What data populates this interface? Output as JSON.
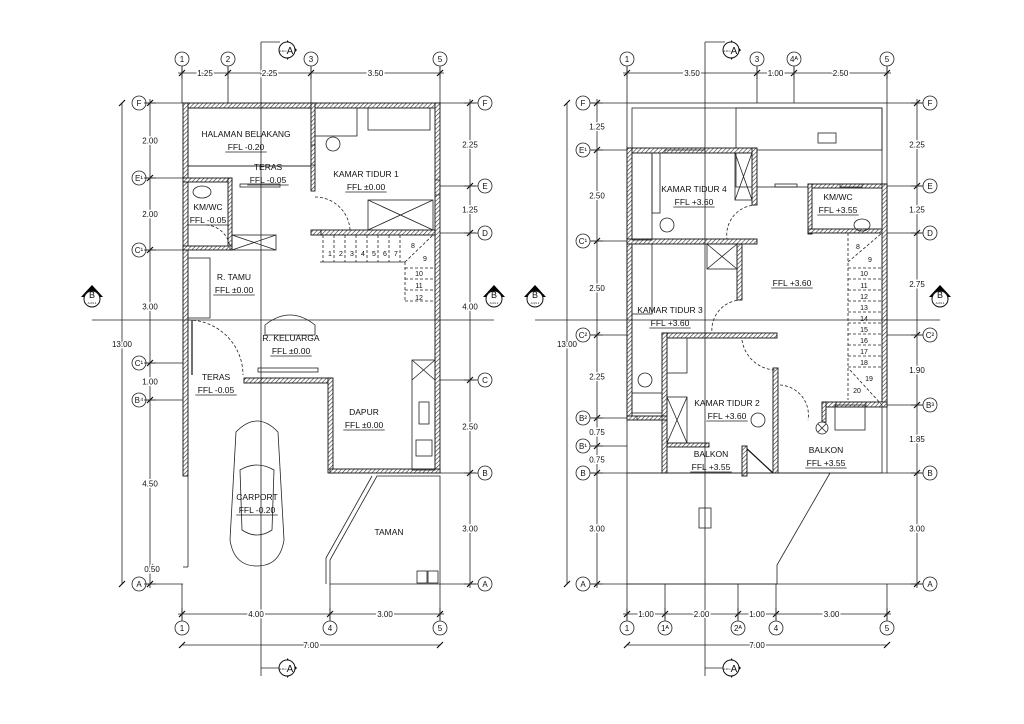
{
  "section_marker": {
    "a_label": "A",
    "b_label": "B",
    "sheet_ref": "A-01.1"
  },
  "colors": {
    "line": "#111111",
    "background": "#ffffff"
  },
  "plans": [
    {
      "rooms": [
        {
          "name": "HALAMAN BELAKANG",
          "level": "FFL -0.20"
        },
        {
          "name": "TERAS",
          "level": "FFL -0.05"
        },
        {
          "name": "KAMAR TIDUR 1",
          "level": "FFL ±0.00"
        },
        {
          "name": "KM/WC",
          "level": "FFL -0.05"
        },
        {
          "name": "R. TAMU",
          "level": "FFL ±0.00"
        },
        {
          "name": "R. KELUARGA",
          "level": "FFL ±0.00"
        },
        {
          "name": "TERAS",
          "level": "FFL -0.05"
        },
        {
          "name": "DAPUR",
          "level": "FFL ±0.00"
        },
        {
          "name": "CARPORT",
          "level": "FFL -0.20"
        },
        {
          "name": "TAMAN",
          "level": ""
        }
      ],
      "grid_top": [
        "1",
        "2",
        "3",
        "5"
      ],
      "grid_bottom": [
        "1",
        "4",
        "5"
      ],
      "grid_left": [
        "F",
        "E¹",
        "C¹",
        "C¹",
        "B⁴",
        "A"
      ],
      "grid_right": [
        "F",
        "E",
        "D",
        "C",
        "B",
        "A"
      ],
      "dims_top": [
        "1.25",
        "2.25",
        "3.50"
      ],
      "dims_bottom": [
        "4.00",
        "3.00"
      ],
      "overall_width": "7.00",
      "dims_left": [
        "2.00",
        "2.00",
        "3.00",
        "1.00",
        "4.50",
        "0.50"
      ],
      "overall_height": "13.00",
      "dims_right": [
        "2.25",
        "1.25",
        "4.00",
        "2.50",
        "3.00"
      ],
      "stair_numbers": [
        "1",
        "2",
        "3",
        "4",
        "5",
        "6",
        "7",
        "8",
        "9",
        "10",
        "11",
        "12"
      ]
    },
    {
      "rooms": [
        {
          "name": "KAMAR TIDUR 4",
          "level": "FFL +3.60"
        },
        {
          "name": "KM/WC",
          "level": "FFL +3.55"
        },
        {
          "name": "",
          "level": "FFL +3.60"
        },
        {
          "name": "KAMAR TIDUR 3",
          "level": "FFL +3.60"
        },
        {
          "name": "KAMAR TIDUR 2",
          "level": "FFL +3.60"
        },
        {
          "name": "BALKON",
          "level": "FFL +3.55"
        },
        {
          "name": "BALKON",
          "level": "FFL +3.55"
        }
      ],
      "grid_top": [
        "1",
        "3",
        "4ᴬ",
        "5"
      ],
      "grid_bottom": [
        "1",
        "1ᴬ",
        "2ᴬ",
        "4",
        "5"
      ],
      "grid_left": [
        "F",
        "E¹",
        "C¹",
        "C²",
        "B²",
        "B¹",
        "B",
        "A"
      ],
      "grid_right": [
        "F",
        "E",
        "D",
        "C²",
        "B³",
        "B",
        "A"
      ],
      "dims_top": [
        "3.50",
        "1.00",
        "2.50"
      ],
      "dims_bottom": [
        "1.00",
        "2.00",
        "1.00",
        "3.00"
      ],
      "overall_width": "7.00",
      "dims_left": [
        "1.25",
        "2.50",
        "2.50",
        "2.25",
        "0.75",
        "0.75",
        "3.00"
      ],
      "overall_height": "13.00",
      "dims_right": [
        "2.25",
        "1.25",
        "2.75",
        "1.90",
        "1.85",
        "3.00"
      ],
      "stair_numbers": [
        "8",
        "9",
        "10",
        "11",
        "12",
        "13",
        "14",
        "15",
        "16",
        "17",
        "18",
        "19",
        "20"
      ]
    }
  ]
}
